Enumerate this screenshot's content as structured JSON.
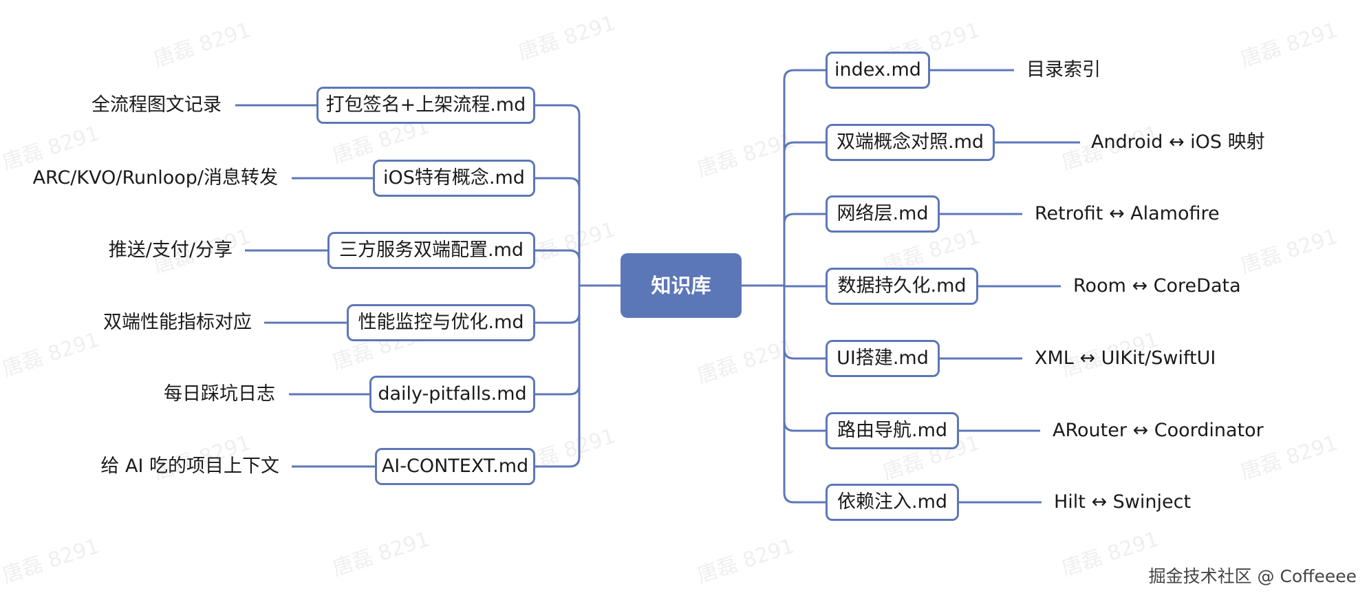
{
  "root": {
    "label": "知识库"
  },
  "left_branches": [
    {
      "file": "打包签名+上架流程.md",
      "note": "全流程图文记录"
    },
    {
      "file": "iOS特有概念.md",
      "note": "ARC/KVO/Runloop/消息转发"
    },
    {
      "file": "三方服务双端配置.md",
      "note": "推送/支付/分享"
    },
    {
      "file": "性能监控与优化.md",
      "note": "双端性能指标对应"
    },
    {
      "file": "daily-pitfalls.md",
      "note": "每日踩坑日志"
    },
    {
      "file": "AI-CONTEXT.md",
      "note": "给 AI 吃的项目上下文"
    }
  ],
  "right_branches": [
    {
      "file": "index.md",
      "note": "目录索引"
    },
    {
      "file": "双端概念对照.md",
      "note": "Android ↔ iOS 映射"
    },
    {
      "file": "网络层.md",
      "note": "Retrofit ↔ Alamofire"
    },
    {
      "file": "数据持久化.md",
      "note": "Room ↔ CoreData"
    },
    {
      "file": "UI搭建.md",
      "note": "XML ↔ UIKit/SwiftUI"
    },
    {
      "file": "路由导航.md",
      "note": "ARouter ↔ Coordinator"
    },
    {
      "file": "依赖注入.md",
      "note": "Hilt ↔ Swinject"
    }
  ],
  "watermark": "唐磊 8291",
  "footer": "掘金技术社区 @ Coffeeee",
  "colors": {
    "line": "#5c77b8",
    "root_fill": "#5c77b8"
  }
}
